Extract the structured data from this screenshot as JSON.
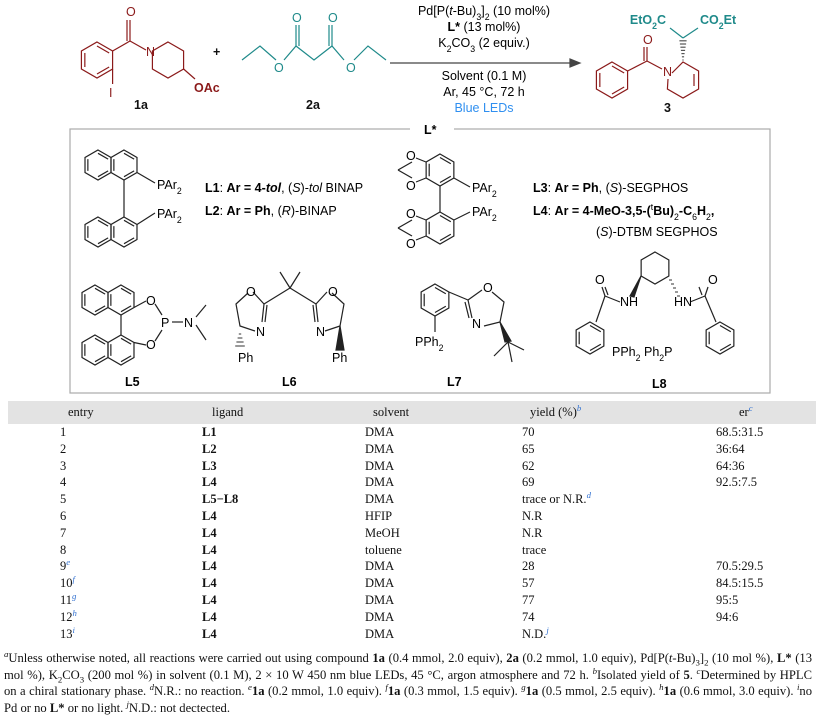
{
  "scheme": {
    "reactant1": {
      "label": "1a",
      "O": "O",
      "N": "N",
      "I": "I",
      "OAc": "OAc"
    },
    "plus": "+",
    "reactant2": {
      "label": "2a",
      "O": "O"
    },
    "conditions_above": [
      [
        {
          "t": "Pd[P(",
          "s": ""
        },
        {
          "t": "t",
          "s": "i"
        },
        {
          "t": "-Bu)",
          "s": ""
        },
        {
          "t": "3",
          "s": "sub"
        },
        {
          "t": "]",
          "s": ""
        },
        {
          "t": "2",
          "s": "sub"
        },
        {
          "t": " (10 mol%)",
          "s": ""
        }
      ],
      [
        {
          "t": "L*",
          "s": "b"
        },
        {
          "t": " (13 mol%)",
          "s": ""
        }
      ],
      [
        {
          "t": "K",
          "s": ""
        },
        {
          "t": "2",
          "s": "sub"
        },
        {
          "t": "CO",
          "s": ""
        },
        {
          "t": "3",
          "s": "sub"
        },
        {
          "t": " (2 equiv.)",
          "s": ""
        }
      ]
    ],
    "conditions_below": [
      [
        {
          "t": "Solvent (0.1 M)",
          "s": ""
        }
      ],
      [
        {
          "t": "Ar, 45 °C, 72 h",
          "s": ""
        }
      ],
      [
        {
          "t": "Blue LEDs",
          "s": "blue"
        }
      ]
    ],
    "product": {
      "label": "3",
      "O": "O",
      "N": "N",
      "left_ester": [
        {
          "t": "EtO",
          "s": ""
        },
        {
          "t": "2",
          "s": "sub"
        },
        {
          "t": "C",
          "s": ""
        }
      ],
      "right_ester": [
        {
          "t": "CO",
          "s": ""
        },
        {
          "t": "2",
          "s": "sub"
        },
        {
          "t": "Et",
          "s": ""
        }
      ]
    },
    "colors": {
      "reactant1": "#8b1a1a",
      "reactant2": "#1f8a8a",
      "blue_leds": "#2f8ff0"
    }
  },
  "ligand_box": {
    "title": "L*",
    "par2": [
      {
        "t": "PAr",
        "s": ""
      },
      {
        "t": "2",
        "s": "sub"
      }
    ],
    "O": "O",
    "P": "P",
    "N": "N",
    "Ph": "Ph",
    "NH": "NH",
    "HN": "HN",
    "pph2": [
      {
        "t": "PPh",
        "s": ""
      },
      {
        "t": "2",
        "s": "sub"
      }
    ],
    "pph2ph2p": [
      {
        "t": "PPh",
        "s": ""
      },
      {
        "t": "2",
        "s": "sub"
      },
      {
        "t": " Ph",
        "s": ""
      },
      {
        "t": "2",
        "s": "sub"
      },
      {
        "t": "P",
        "s": ""
      }
    ],
    "L1": [
      {
        "t": "L1",
        "s": "b"
      },
      {
        "t": ": ",
        "s": ""
      },
      {
        "t": "Ar = 4-",
        "s": "b"
      },
      {
        "t": "tol",
        "s": "bi"
      },
      {
        "t": ", (",
        "s": ""
      },
      {
        "t": "S",
        "s": "i"
      },
      {
        "t": ")-",
        "s": ""
      },
      {
        "t": "tol",
        "s": "i"
      },
      {
        "t": " BINAP",
        "s": ""
      }
    ],
    "L2": [
      {
        "t": "L2",
        "s": "b"
      },
      {
        "t": ": ",
        "s": ""
      },
      {
        "t": "Ar = Ph",
        "s": "b"
      },
      {
        "t": ", (",
        "s": ""
      },
      {
        "t": "R",
        "s": "i"
      },
      {
        "t": ")-BINAP",
        "s": ""
      }
    ],
    "L3": [
      {
        "t": "L3",
        "s": "b"
      },
      {
        "t": ": ",
        "s": ""
      },
      {
        "t": "Ar = Ph",
        "s": "b"
      },
      {
        "t": ", (",
        "s": ""
      },
      {
        "t": "S",
        "s": "i"
      },
      {
        "t": ")-SEGPHOS",
        "s": ""
      }
    ],
    "L4": [
      {
        "t": "L4",
        "s": "b"
      },
      {
        "t": ": ",
        "s": ""
      },
      {
        "t": "Ar = 4-MeO-3,5-(",
        "s": "b"
      },
      {
        "t": "t",
        "s": "sup"
      },
      {
        "t": "Bu)",
        "s": "b"
      },
      {
        "t": "2",
        "s": "sub"
      },
      {
        "t": "-C",
        "s": "b"
      },
      {
        "t": "6",
        "s": "sub"
      },
      {
        "t": "H",
        "s": "b"
      },
      {
        "t": "2",
        "s": "sub"
      },
      {
        "t": ",",
        "s": "b"
      }
    ],
    "L4b": [
      {
        "t": "(",
        "s": ""
      },
      {
        "t": "S",
        "s": "i"
      },
      {
        "t": ")-DTBM SEGPHOS",
        "s": ""
      }
    ],
    "labels": [
      "L5",
      "L6",
      "L7",
      "L8"
    ]
  },
  "table": {
    "headers": {
      "entry": "entry",
      "ligand": "ligand",
      "solvent": "solvent",
      "yield": "yield (%)",
      "yield_note": "b",
      "er": "er",
      "er_note": "c"
    },
    "rows": [
      {
        "entry": "1",
        "entry_note": "",
        "ligand": "L1",
        "solvent": "DMA",
        "yield": "70",
        "yield_note": "",
        "er": "68.5:31.5"
      },
      {
        "entry": "2",
        "entry_note": "",
        "ligand": "L2",
        "solvent": "DMA",
        "yield": "65",
        "yield_note": "",
        "er": "36:64"
      },
      {
        "entry": "3",
        "entry_note": "",
        "ligand": "L3",
        "solvent": "DMA",
        "yield": "62",
        "yield_note": "",
        "er": "64:36"
      },
      {
        "entry": "4",
        "entry_note": "",
        "ligand": "L4",
        "solvent": "DMA",
        "yield": "69",
        "yield_note": "",
        "er": "92.5:7.5"
      },
      {
        "entry": "5",
        "entry_note": "",
        "ligand": "L5−L8",
        "solvent": "DMA",
        "yield": "trace or N.R.",
        "yield_note": "d",
        "er": ""
      },
      {
        "entry": "6",
        "entry_note": "",
        "ligand": "L4",
        "solvent": "HFIP",
        "yield": "N.R",
        "yield_note": "",
        "er": ""
      },
      {
        "entry": "7",
        "entry_note": "",
        "ligand": "L4",
        "solvent": "MeOH",
        "yield": "N.R",
        "yield_note": "",
        "er": ""
      },
      {
        "entry": "8",
        "entry_note": "",
        "ligand": "L4",
        "solvent": "toluene",
        "yield": "trace",
        "yield_note": "",
        "er": ""
      },
      {
        "entry": "9",
        "entry_note": "e",
        "ligand": "L4",
        "solvent": "DMA",
        "yield": "28",
        "yield_note": "",
        "er": "70.5:29.5"
      },
      {
        "entry": "10",
        "entry_note": "f",
        "ligand": "L4",
        "solvent": "DMA",
        "yield": "57",
        "yield_note": "",
        "er": "84.5:15.5"
      },
      {
        "entry": "11",
        "entry_note": "g",
        "ligand": "L4",
        "solvent": "DMA",
        "yield": "77",
        "yield_note": "",
        "er": "95:5"
      },
      {
        "entry": "12",
        "entry_note": "h",
        "ligand": "L4",
        "solvent": "DMA",
        "yield": "74",
        "yield_note": "",
        "er": "94:6"
      },
      {
        "entry": "13",
        "entry_note": "i",
        "ligand": "L4",
        "solvent": "DMA",
        "yield": "N.D.",
        "yield_note": "j",
        "er": ""
      }
    ]
  },
  "footnote": [
    {
      "t": "a",
      "s": "sup"
    },
    {
      "t": "Unless otherwise noted, all reactions were carried out using compound ",
      "s": ""
    },
    {
      "t": "1a",
      "s": "b"
    },
    {
      "t": " (0.4 mmol, 2.0 equiv), ",
      "s": ""
    },
    {
      "t": "2a",
      "s": "b"
    },
    {
      "t": " (0.2 mmol, 1.0 equiv), Pd[P(",
      "s": ""
    },
    {
      "t": "t",
      "s": "i"
    },
    {
      "t": "-Bu)",
      "s": ""
    },
    {
      "t": "3",
      "s": "sub"
    },
    {
      "t": "]",
      "s": ""
    },
    {
      "t": "2",
      "s": "sub"
    },
    {
      "t": " (10 mol %), ",
      "s": ""
    },
    {
      "t": "L*",
      "s": "b"
    },
    {
      "t": " (13 mol %), K",
      "s": ""
    },
    {
      "t": "2",
      "s": "sub"
    },
    {
      "t": "CO",
      "s": ""
    },
    {
      "t": "3",
      "s": "sub"
    },
    {
      "t": " (200 mol %) in solvent (0.1 M), 2 × 10 W 450 nm blue LEDs, 45 °C, argon atmosphere and 72 h. ",
      "s": ""
    },
    {
      "t": "b",
      "s": "sup"
    },
    {
      "t": "Isolated yield of ",
      "s": ""
    },
    {
      "t": "5",
      "s": "b"
    },
    {
      "t": ". ",
      "s": ""
    },
    {
      "t": "c",
      "s": "sup"
    },
    {
      "t": "Determined by HPLC on a chiral stationary phase. ",
      "s": ""
    },
    {
      "t": "d",
      "s": "sup"
    },
    {
      "t": "N.R.: no reaction. ",
      "s": ""
    },
    {
      "t": "e",
      "s": "sup"
    },
    {
      "t": "1a",
      "s": "b"
    },
    {
      "t": " (0.2 mmol, 1.0 equiv). ",
      "s": ""
    },
    {
      "t": "f",
      "s": "sup"
    },
    {
      "t": "1a",
      "s": "b"
    },
    {
      "t": " (0.3 mmol, 1.5 equiv). ",
      "s": ""
    },
    {
      "t": "g",
      "s": "sup"
    },
    {
      "t": "1a",
      "s": "b"
    },
    {
      "t": " (0.5 mmol, 2.5 equiv). ",
      "s": ""
    },
    {
      "t": "h",
      "s": "sup"
    },
    {
      "t": "1a",
      "s": "b"
    },
    {
      "t": " (0.6 mmol, 3.0 equiv). ",
      "s": ""
    },
    {
      "t": "i",
      "s": "sup"
    },
    {
      "t": "no Pd or no ",
      "s": ""
    },
    {
      "t": "L*",
      "s": "b"
    },
    {
      "t": " or no light. ",
      "s": ""
    },
    {
      "t": "j",
      "s": "sup"
    },
    {
      "t": "N.D.: not dectected.",
      "s": ""
    }
  ]
}
